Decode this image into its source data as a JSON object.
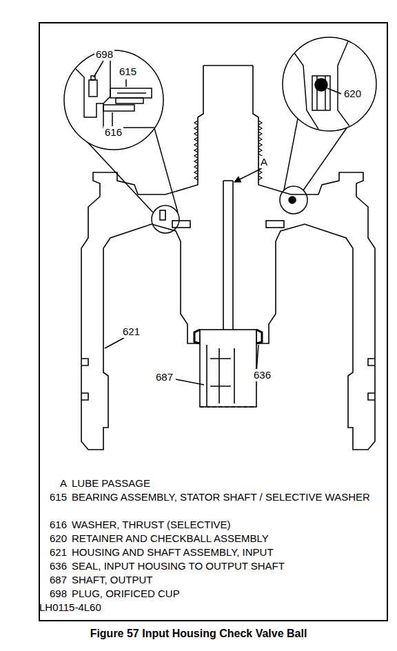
{
  "diagram": {
    "caption": "Figure 57 Input Housing Check Valve Ball",
    "labels": [
      "698",
      "615",
      "A",
      "620",
      "616",
      "621",
      "687",
      "636",
      "A",
      "LUBE PASSAGE",
      "615",
      "BEARING ASSEMBLY, STATOR SHAFT / SELECTIVE WASHER",
      "616",
      "WASHER, THRUST (SELECTIVE)",
      "620",
      "RETAINER AND CHECKBALL ASSEMBLY",
      "621",
      "HOUSING AND SHAFT ASSEMBLY, INPUT",
      "636",
      "SEAL, INPUT HOUSING TO OUTPUT SHAFT",
      "687",
      "SHAFT, OUTPUT",
      "698",
      "PLUG, ORIFICED CUP",
      "LH0115-4L60"
    ]
  }
}
